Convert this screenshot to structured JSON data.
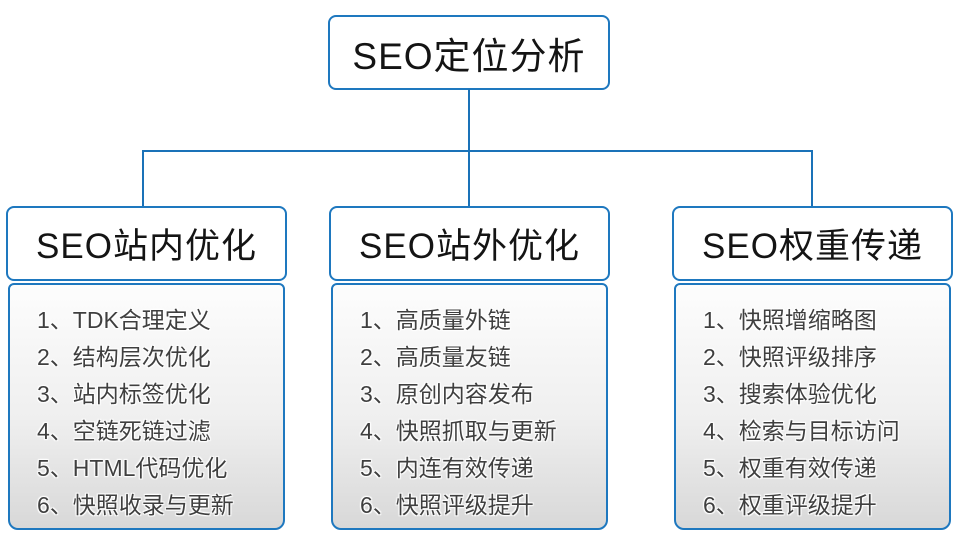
{
  "root": {
    "label": "SEO定位分析"
  },
  "branches": [
    {
      "title": "SEO站内优化",
      "items": [
        "1、TDK合理定义",
        "2、结构层次优化",
        "3、站内标签优化",
        "4、空链死链过滤",
        "5、HTML代码优化",
        "6、快照收录与更新"
      ]
    },
    {
      "title": "SEO站外优化",
      "items": [
        "1、高质量外链",
        "2、高质量友链",
        "3、原创内容发布",
        "4、快照抓取与更新",
        "5、内连有效传递",
        "6、快照评级提升"
      ]
    },
    {
      "title": "SEO权重传递",
      "items": [
        "1、快照增缩略图",
        "2、快照评级排序",
        "3、搜索体验优化",
        "4、检索与目标访问",
        "5、权重有效传递",
        "6、权重评级提升"
      ]
    }
  ],
  "colors": {
    "connector_line": "#1a72b8",
    "box_border": "#1e78bf",
    "list_gradient_top": "#fdfdfd",
    "list_gradient_bottom": "#d8d8d8",
    "title_text": "#141414",
    "list_text": "#3f3f3f"
  }
}
